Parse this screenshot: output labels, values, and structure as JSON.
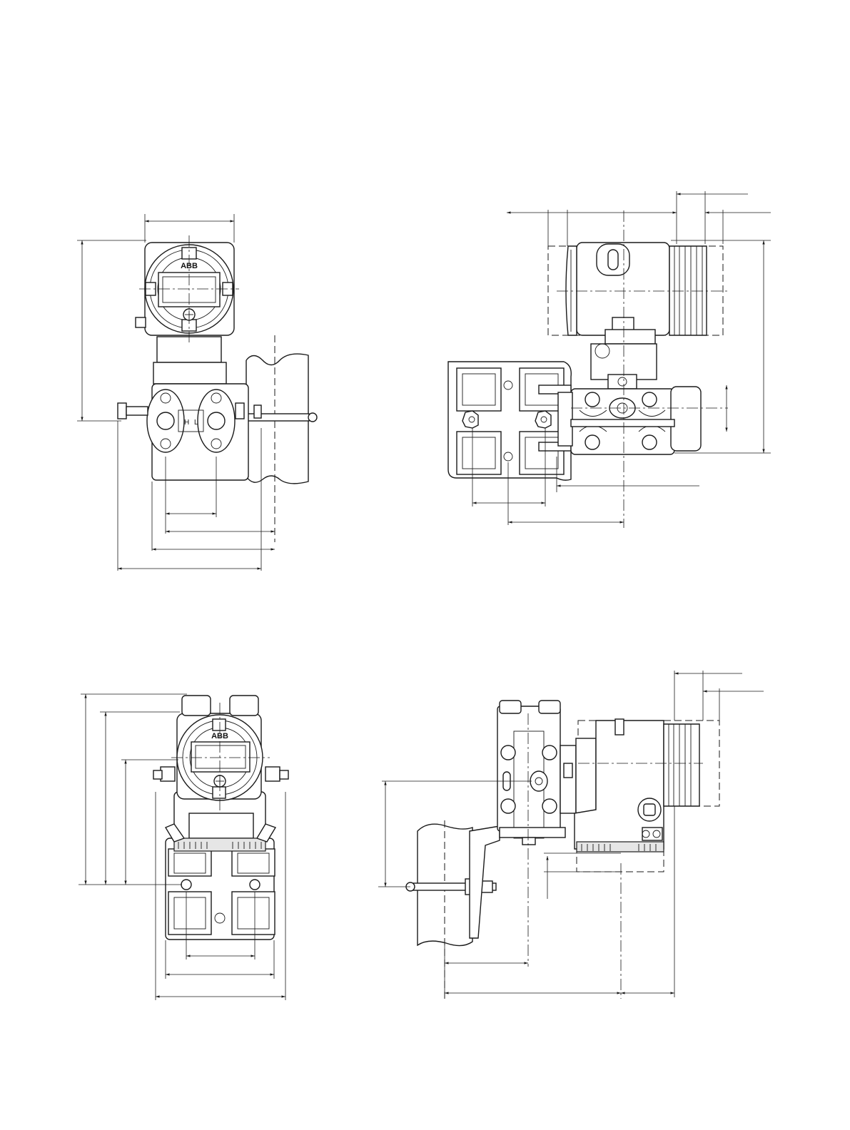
{
  "drawing": {
    "brand_logo": "ABB",
    "high_side_mark": "H",
    "low_side_mark": "L"
  },
  "views": [
    {
      "id": "front-pipe-mount"
    },
    {
      "id": "side-pipe-mount"
    },
    {
      "id": "front-bracket"
    },
    {
      "id": "side-bracket"
    }
  ]
}
